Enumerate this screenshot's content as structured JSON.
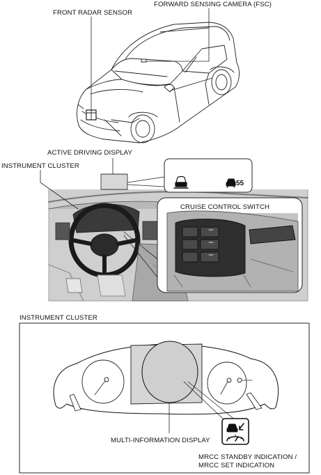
{
  "labels": {
    "front_radar_sensor": "FRONT RADAR SENSOR",
    "forward_sensing_camera": "FORWARD SENSING CAMERA (FSC)",
    "active_driving_display": "ACTIVE DRIVING DISPLAY",
    "instrument_cluster_top": "INSTRUMENT CLUSTER",
    "cruise_control_switch": "CRUISE CONTROL SWITCH",
    "instrument_cluster_section": "INSTRUMENT CLUSTER",
    "multi_information_display": "MULTI-INFORMATION DISPLAY",
    "mrcc_standby_indication": "MRCC STANDBY INDICATION /",
    "mrcc_set_indication": "MRCC SET INDICATION"
  },
  "active_driving_display_panel": {
    "speed_value": "55"
  },
  "icons": [
    "car-front-icon",
    "radar-cruise-icon",
    "mrcc-indicator-icon"
  ]
}
